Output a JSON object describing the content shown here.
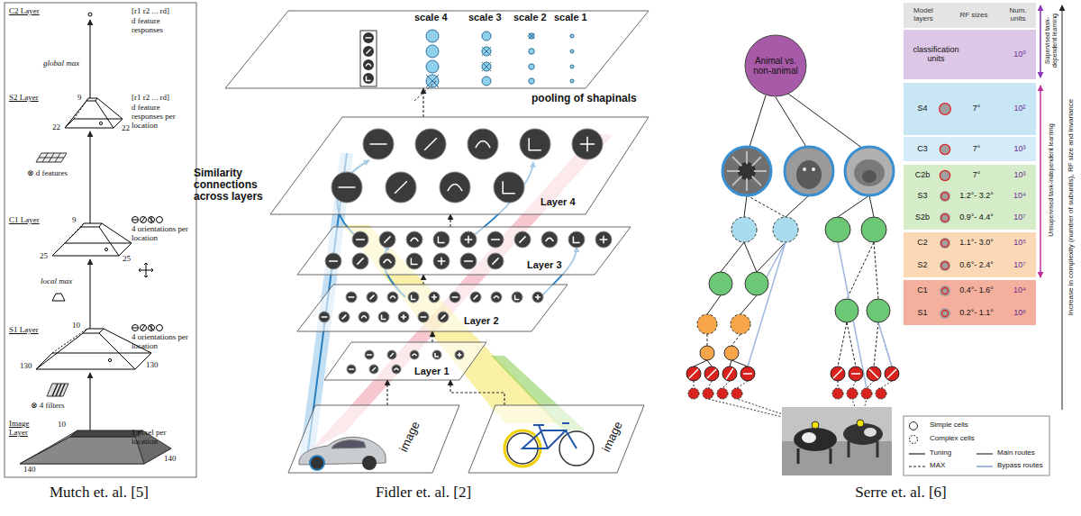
{
  "diagram": {
    "nodes": [
      {
        "text": [
          "scale 4",
          "scale 3",
          "scale 2",
          "scale 1"
        ]
      },
      {
        "text": [
          "Layer 4"
        ]
      },
      {
        "text": [
          "Layer 3"
        ]
      },
      {
        "text": [
          "Layer 2"
        ]
      },
      {
        "text": [
          "Layer 1"
        ]
      },
      {
        "text": [
          "image"
        ]
      },
      {
        "text": [
          "image"
        ]
      },
      {
        "text": [
          "Animal vs. non-animal"
        ]
      },
      {
        "text": [
          "Model layers",
          "RF sizes",
          "Num. units"
        ]
      },
      {
        "text": [
          "classification units",
          "10⁰"
        ]
      },
      {
        "text": [
          "S4",
          "7°",
          "10²"
        ]
      },
      {
        "text": [
          "C3",
          "7°",
          "10³"
        ]
      },
      {
        "text": [
          "C2b",
          "7°",
          "10³"
        ]
      },
      {
        "text": [
          "S3",
          "1.2°- 3.2°",
          "10⁴"
        ]
      },
      {
        "text": [
          "S2b",
          "0.9°- 4.4°",
          "10⁷"
        ]
      },
      {
        "text": [
          "C2",
          "1.1°- 3.0°",
          "10⁵"
        ]
      },
      {
        "text": [
          "S2",
          "0.6°- 2.4°",
          "10⁷"
        ]
      },
      {
        "text": [
          "C1",
          "0.4°- 1.6°",
          "10⁴"
        ]
      },
      {
        "text": [
          "S1",
          "0.2°- 1.1°",
          "10⁶"
        ]
      }
    ],
    "edges": [
      {
        "from": 4,
        "to": 3,
        "arrow": "to"
      },
      {
        "from": 3,
        "to": 2,
        "arrow": "to"
      },
      {
        "from": 2,
        "to": 1,
        "arrow": "to"
      },
      {
        "from": 1,
        "to": 0,
        "arrow": "to"
      },
      {
        "from": 5,
        "to": 4,
        "arrow": "to"
      },
      {
        "from": 6,
        "to": 4,
        "arrow": "to"
      }
    ],
    "labels": [
      "C2 Layer",
      "[r1 r2 ... rd]",
      "d feature responses",
      "global max",
      "S2 Layer",
      "9",
      "22",
      "22",
      "[r1 r2 ... rd]",
      "d feature responses per location",
      "⊗ d features",
      "C1 Layer",
      "9",
      "25",
      "25",
      "4 orientations per location",
      "local max",
      "S1 Layer",
      "10",
      "130",
      "130",
      "4 orientations per location",
      "⊗ 4 filters",
      "Image Layer",
      "10",
      "140",
      "140",
      "1 pixel per location",
      "Mutch et. al. [5]",
      "pooling of shapinals",
      "Similarity connections across layers",
      "Fidler et. al. [2]",
      "Supervised task-dependent learning",
      "Unsupervised task-independent learning",
      "Increase in complexity (number of subunits), RF size and invariance",
      "Serre et. al. [6]"
    ],
    "legend": [
      {
        "text": "Simple cells"
      },
      {
        "text": "Complex cells"
      },
      {
        "text": "Tuning"
      },
      {
        "text": "MAX"
      },
      {
        "text": "Main routes"
      },
      {
        "text": "Bypass routes"
      }
    ]
  }
}
